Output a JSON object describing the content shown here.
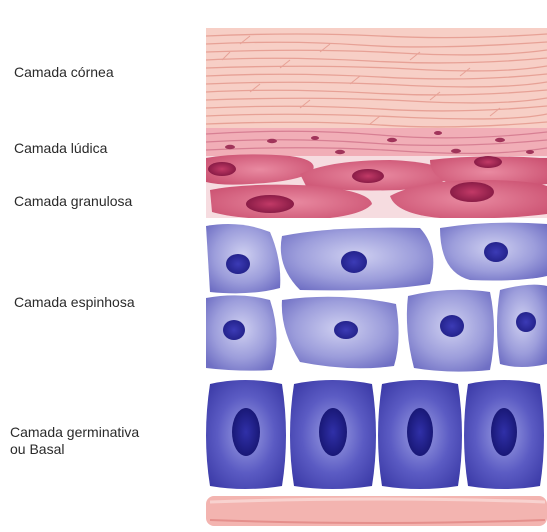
{
  "labels": {
    "cornea": "Camada córnea",
    "ludica": "Camada lúdica",
    "granulosa": "Camada granulosa",
    "espinhosa": "Camada espinhosa",
    "germinativa_line1": "Camada germinativa",
    "germinativa_line2": "ou Basal"
  },
  "colors": {
    "cornea_fill": "#f6c8c0",
    "cornea_line": "#e9a89e",
    "ludica_fill": "#efa6b2",
    "ludica_nucleus": "#a0345a",
    "granulosa_fill": "#d45d7c",
    "granulosa_nucleus": "#8e1d47",
    "espinhosa_fill": "#8f8fd6",
    "espinhosa_nucleus": "#2b2a9a",
    "basal_fill": "#4a48b8",
    "basal_nucleus": "#1e1d86",
    "base_band": "#f2b0b0"
  },
  "icons": [
    "cell-nucleus-icon"
  ]
}
